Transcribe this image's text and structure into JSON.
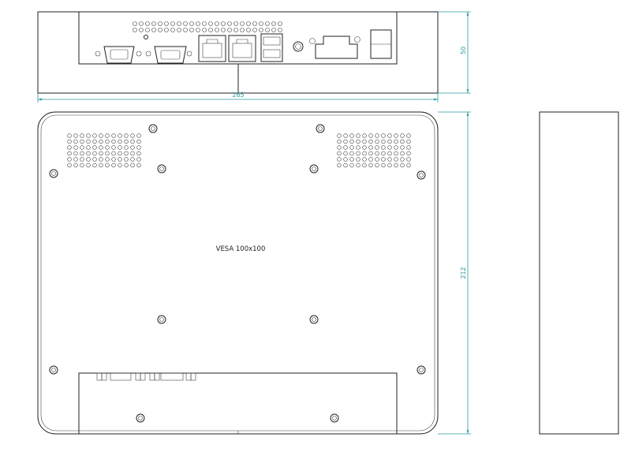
{
  "labels": {
    "vesa": "VESA 100x100"
  },
  "dimensions": {
    "width": "265",
    "height_top": "50",
    "height_back": "212"
  },
  "colors": {
    "outline": "#222222",
    "dimension": "#2a9aa0"
  }
}
